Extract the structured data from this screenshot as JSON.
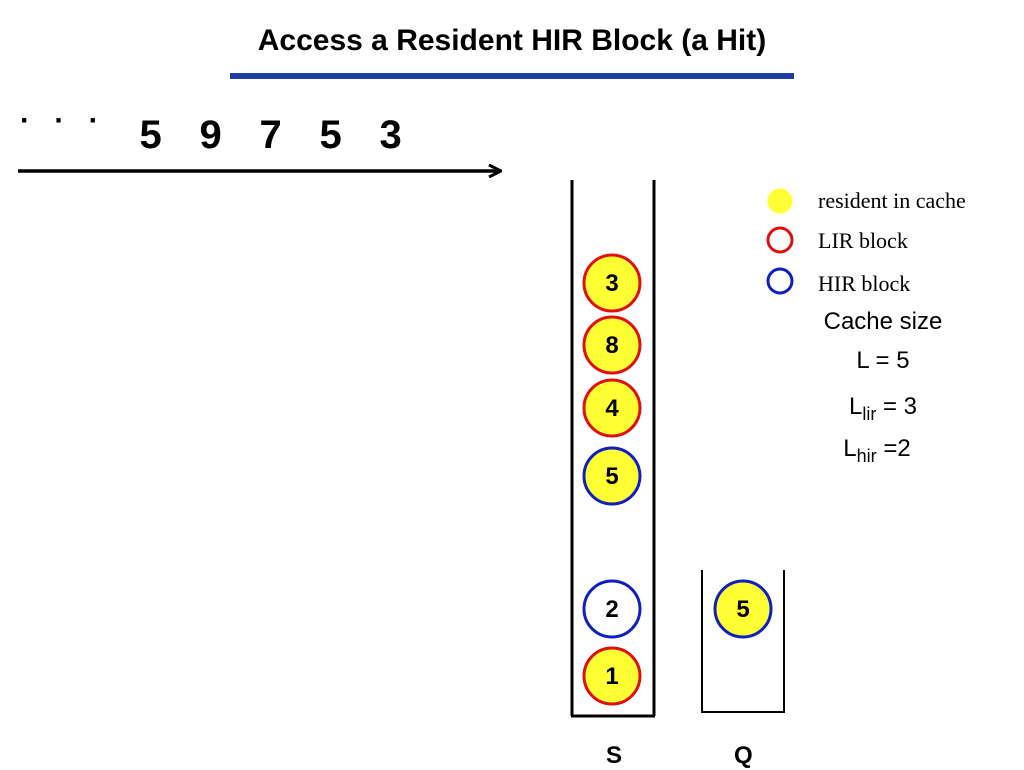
{
  "title": "Access a Resident HIR Block (a Hit)",
  "sequence": {
    "prefix": "· · ·",
    "items": [
      "5",
      "9",
      "7",
      "5",
      "3"
    ]
  },
  "colors": {
    "resident_fill": "#ffff33",
    "lir_stroke": "#e01010",
    "hir_stroke": "#1020c0",
    "title_rule": "#1f3fa0"
  },
  "stack_s": {
    "label": "S",
    "blocks": [
      {
        "id": "3",
        "kind": "lir",
        "resident": true
      },
      {
        "id": "8",
        "kind": "lir",
        "resident": true
      },
      {
        "id": "4",
        "kind": "lir",
        "resident": true
      },
      {
        "id": "5",
        "kind": "hir",
        "resident": true
      },
      {
        "id": "2",
        "kind": "hir",
        "resident": false
      },
      {
        "id": "1",
        "kind": "lir",
        "resident": true
      }
    ]
  },
  "stack_q": {
    "label": "Q",
    "blocks": [
      {
        "id": "5",
        "kind": "hir",
        "resident": true
      }
    ]
  },
  "legend": {
    "resident": "resident in cache",
    "lir": "LIR block",
    "hir": "HIR block"
  },
  "cache_info": {
    "heading": "Cache size",
    "l_total": "L = 5",
    "l_lir_base": "L",
    "l_lir_sub": "lir",
    "l_lir_value": " = 3",
    "l_hir_base": "L",
    "l_hir_sub": "hir",
    "l_hir_value": " =2"
  }
}
